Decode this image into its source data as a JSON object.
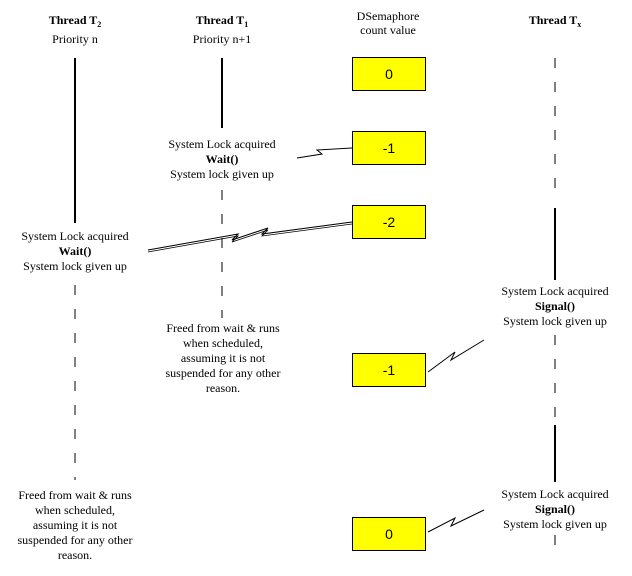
{
  "headers": {
    "t2": {
      "name": "Thread T",
      "sub": "2",
      "priority": "Priority n"
    },
    "t1": {
      "name": "Thread T",
      "sub": "1",
      "priority": "Priority n+1"
    },
    "sem": {
      "line1": "DSemaphore",
      "line2": "count value"
    },
    "tx": {
      "name": "Thread T",
      "sub": "x"
    }
  },
  "boxes": [
    "0",
    "-1",
    "-2",
    "-1",
    "0"
  ],
  "t1_wait": {
    "line1": "System Lock acquired",
    "call": "Wait()",
    "line3": "System lock given up"
  },
  "t2_wait": {
    "line1": "System Lock acquired",
    "call": "Wait()",
    "line3": "System lock given up"
  },
  "tx_signal1": {
    "line1": "System Lock acquired",
    "call": "Signal()",
    "line3": "System lock given up"
  },
  "tx_signal2": {
    "line1": "System Lock acquired",
    "call": "Signal()",
    "line3": "System lock given up"
  },
  "t1_freed": [
    "Freed from wait &  runs",
    "when scheduled,",
    "assuming it is not",
    "suspended for any other",
    "reason."
  ],
  "t2_freed": [
    "Freed from wait &  runs",
    "when scheduled,",
    "assuming it is not",
    "suspended for any other",
    "reason."
  ],
  "colors": {
    "box_fill": "#ffff00",
    "line": "#000000"
  }
}
